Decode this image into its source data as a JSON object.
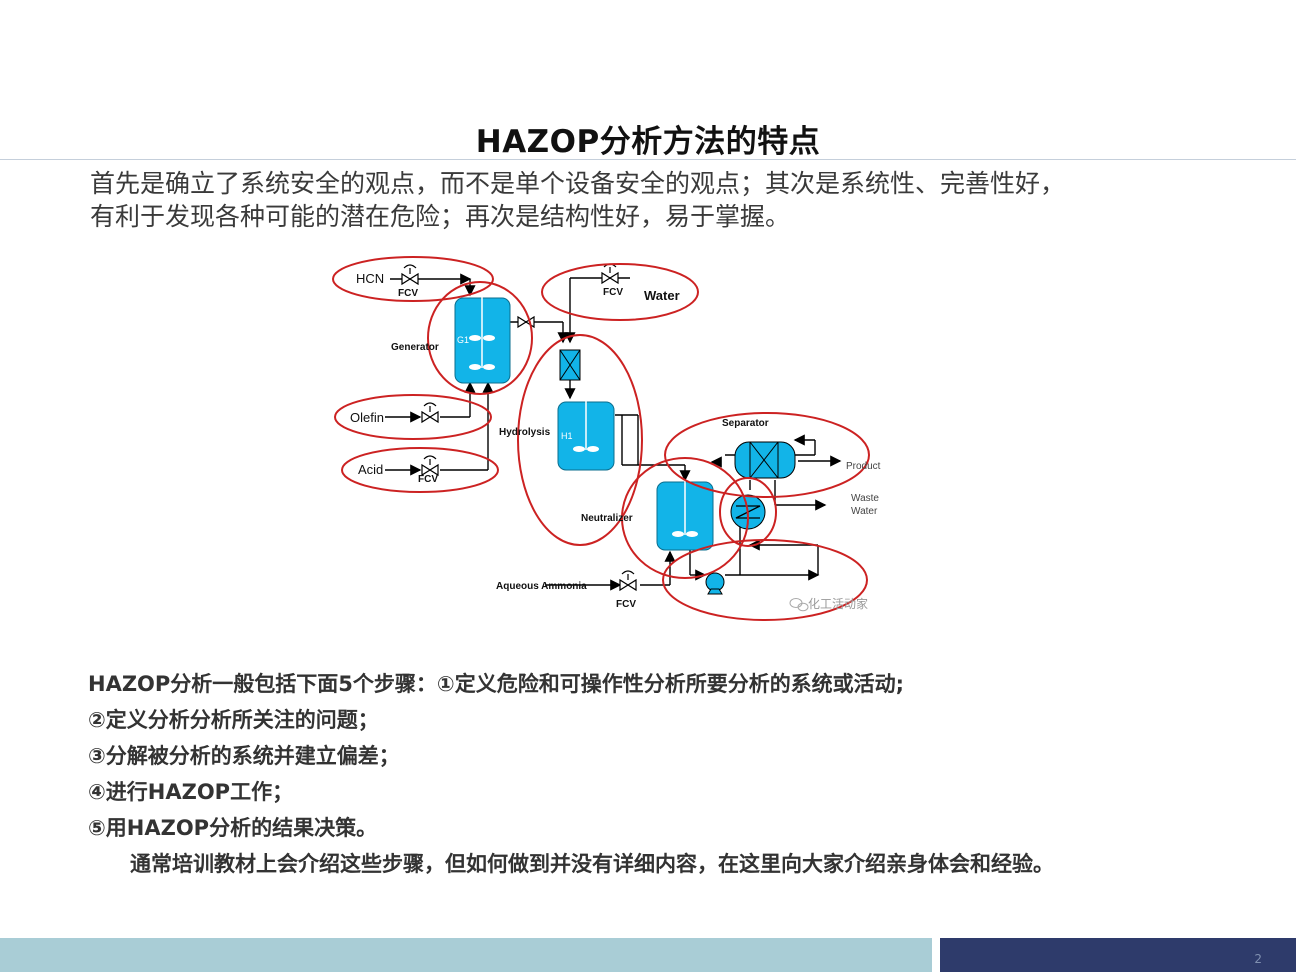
{
  "title": "HAZOP分析方法的特点",
  "intro": {
    "line1": "首先是确立了系统安全的观点，而不是单个设备安全的观点；其次是系统性、完善性好，",
    "line2": "有利于发现各种可能的潜在危险；再次是结构性好，易于掌握。"
  },
  "diagram": {
    "labels": {
      "hcn": "HCN",
      "fcv": "FCV",
      "water": "Water",
      "generator": "Generator",
      "g1": "G1",
      "olefin": "Olefin",
      "acid": "Acid",
      "hydrolysis": "Hydrolysis",
      "h1": "H1",
      "separator": "Separator",
      "product": "Product",
      "waste_water_1": "Waste",
      "waste_water_2": "Water",
      "neutralizer": "Neutralizer",
      "aqueous_ammonia": "Aqueous Ammonia",
      "watermark": "化工活动家"
    },
    "colors": {
      "vessel": "#12b4e8",
      "circle": "#cc2222",
      "line": "#000000"
    }
  },
  "steps": {
    "line1": "HAZOP分析一般包括下面5个步骤：①定义危险和可操作性分析所要分析的系统或活动;",
    "line2": "②定义分析分析所关注的问题；",
    "line3": "③分解被分析的系统并建立偏差；",
    "line4": "④进行HAZOP工作；",
    "line5": "⑤用HAZOP分析的结果决策。",
    "line6": "通常培训教材上会介绍这些步骤，但如何做到并没有详细内容，在这里向大家介绍亲身体会和经验。"
  },
  "footer": {
    "page_number": "2"
  }
}
